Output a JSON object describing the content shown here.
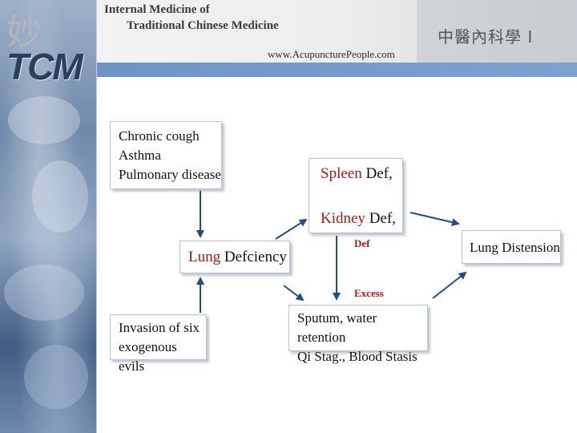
{
  "header": {
    "title_line1": "Internal Medicine of",
    "title_line2": "Traditional Chinese Medicine",
    "website": "www.AcupuncturePeople.com",
    "chinese_title": "中醫內科學 I",
    "logo": "TCM",
    "calligraphy": "妙"
  },
  "diagram": {
    "causes_box": {
      "lines": [
        "Chronic cough",
        "Asthma",
        "Pulmonary disease"
      ]
    },
    "evils_box": {
      "line1": "Invasion of six",
      "line2": "exogenous evils"
    },
    "lung_def_box": {
      "organ": "Lung",
      "rest": "Defciency"
    },
    "spleen_kidney_box": {
      "spleen": "Spleen",
      "spleen_rest": "Def,",
      "kidney": "Kidney",
      "kidney_rest": "Def,"
    },
    "def_label": "Def",
    "excess_label": "Excess",
    "sputum_box": {
      "line1": "Sputum, water retention",
      "line2": "Qi Stag., Blood Stasis"
    },
    "distension_box": {
      "label": "Lung Distension"
    }
  },
  "colors": {
    "accent_red": "#b01818",
    "arrow_blue": "#1f4d86",
    "header_bar": "#7ea2d0"
  }
}
